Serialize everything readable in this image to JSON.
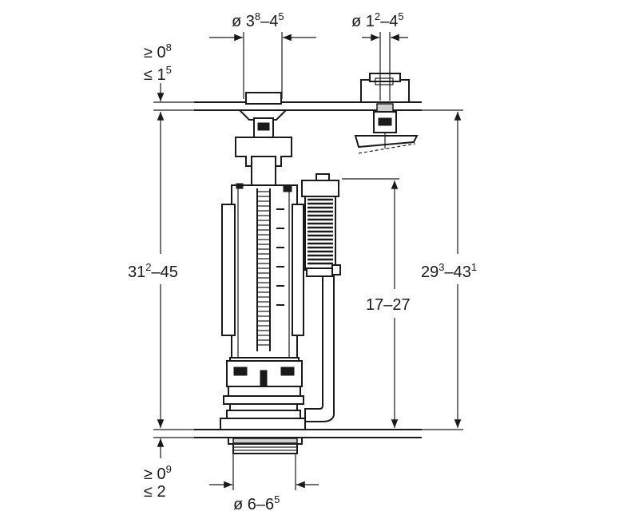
{
  "dimensions": {
    "top_left_gap": {
      "line1_base": "≥ 0",
      "line1_sup": "8",
      "line2_base": "≤ 1",
      "line2_sup": "5"
    },
    "bottom_left_gap": {
      "line1_base": "≥ 0",
      "line1_sup": "9",
      "line2_base": "≤ 2",
      "line2_sup": ""
    },
    "diameter_top_main": {
      "base1": "ø 3",
      "sup1": "8",
      "base2": "–4",
      "sup2": "5"
    },
    "diameter_top_small": {
      "base1": "ø 1",
      "sup1": "2",
      "base2": "–4",
      "sup2": "5"
    },
    "diameter_bottom": {
      "base1": "ø 6–6",
      "sup1": "5"
    },
    "overall_height_left": {
      "base1": "31",
      "sup1": "2",
      "base2": "–45"
    },
    "overall_height_right": {
      "base1": "29",
      "sup1": "3",
      "base2": "–43",
      "sup2": "1"
    },
    "float_height": {
      "text": "17–27"
    }
  }
}
